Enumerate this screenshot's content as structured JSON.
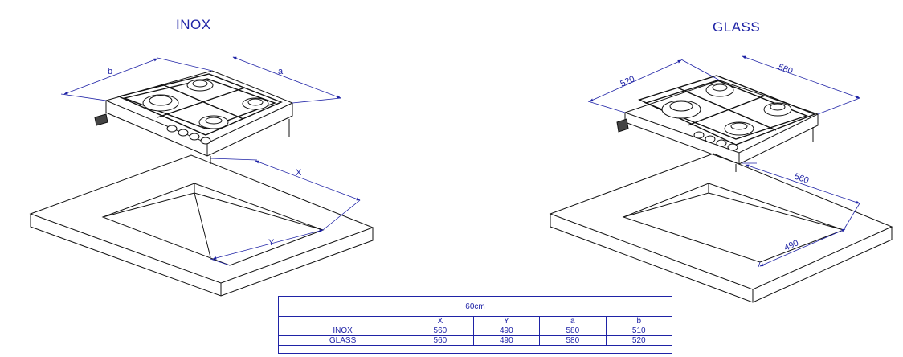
{
  "titles": {
    "left": "INOX",
    "right": "GLASS"
  },
  "left_dims": {
    "depth": "b",
    "width": "a",
    "cutout_width": "X",
    "cutout_depth": "Y"
  },
  "right_dims": {
    "depth": "520",
    "width": "580",
    "cutout_width": "560",
    "cutout_depth": "490"
  },
  "table": {
    "heading": "60cm",
    "columns": [
      "",
      "X",
      "Y",
      "a",
      "b"
    ],
    "rows": [
      [
        "INOX",
        "560",
        "490",
        "580",
        "510"
      ],
      [
        "GLASS",
        "560",
        "490",
        "580",
        "520"
      ]
    ]
  },
  "colors": {
    "dimension": "#1f23a6",
    "lines": "#111111"
  }
}
